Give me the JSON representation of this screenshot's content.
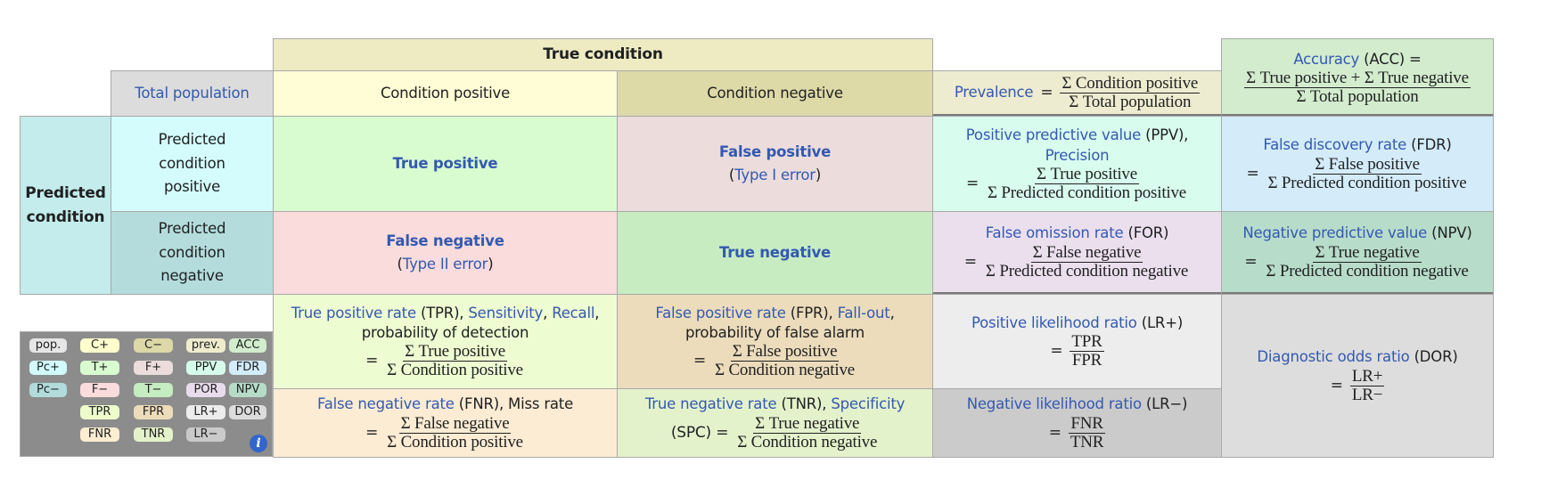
{
  "header": {
    "true_condition": "True condition",
    "total_population": "Total population",
    "condition_positive": "Condition positive",
    "condition_negative": "Condition negative"
  },
  "prevalence": {
    "label": "Prevalence",
    "eq": "=",
    "numerator": "Σ Condition positive",
    "denominator": "Σ Total population"
  },
  "accuracy": {
    "label": "Accuracy",
    "abbr": "(ACC) =",
    "numerator": "Σ True positive + Σ True negative",
    "denominator": "Σ Total population"
  },
  "predicted": {
    "group_label_1": "Predicted",
    "group_label_2": "condition",
    "positive_lines": [
      "Predicted",
      "condition",
      "positive"
    ],
    "negative_lines": [
      "Predicted",
      "condition",
      "negative"
    ]
  },
  "matrix": {
    "tp": "True positive",
    "fp": "False positive",
    "fp_note_open": "(",
    "fp_note": "Type I error",
    "fp_note_close": ")",
    "fn": "False negative",
    "fn_note_open": "(",
    "fn_note": "Type II error",
    "fn_note_close": ")",
    "tn": "True negative"
  },
  "ppv": {
    "label": "Positive predictive value",
    "abbr": "(PPV),",
    "alt": "Precision",
    "eq": "=",
    "numerator": "Σ True positive",
    "denominator": "Σ Predicted condition positive"
  },
  "fdr": {
    "label": "False discovery rate",
    "abbr": "(FDR)",
    "eq": "=",
    "numerator": "Σ False positive",
    "denominator": "Σ Predicted condition positive"
  },
  "for": {
    "label": "False omission rate",
    "abbr": "(FOR)",
    "eq": "=",
    "numerator": "Σ False negative",
    "denominator": "Σ Predicted condition negative"
  },
  "npv": {
    "label": "Negative predictive value",
    "abbr": "(NPV)",
    "eq": "=",
    "numerator": "Σ True negative",
    "denominator": "Σ Predicted condition negative"
  },
  "tpr": {
    "label": "True positive rate",
    "abbr": "(TPR),",
    "alt1": "Sensitivity",
    "sep": ",",
    "alt2": "Recall",
    "tail": ",",
    "line2": "probability of detection",
    "eq": "=",
    "numerator": "Σ True positive",
    "denominator": "Σ Condition positive"
  },
  "fpr": {
    "label": "False positive rate",
    "abbr": "(FPR),",
    "alt1": "Fall-out",
    "tail": ",",
    "line2": "probability of false alarm",
    "eq": "=",
    "numerator": "Σ False positive",
    "denominator": "Σ Condition negative"
  },
  "fnr": {
    "label": "False negative rate",
    "abbr": "(FNR), Miss rate",
    "eq": "=",
    "numerator": "Σ False negative",
    "denominator": "Σ Condition positive"
  },
  "tnr": {
    "label": "True negative rate",
    "abbr": "(TNR),",
    "alt1": "Specificity",
    "prefix": "(SPC) =",
    "numerator": "Σ True negative",
    "denominator": "Σ Condition negative"
  },
  "lr_pos": {
    "label": "Positive likelihood ratio",
    "abbr": "(LR+)",
    "eq": "=",
    "numerator": "TPR",
    "denominator": "FPR"
  },
  "lr_neg": {
    "label": "Negative likelihood ratio",
    "abbr": "(LR−)",
    "eq": "=",
    "numerator": "FNR",
    "denominator": "TNR"
  },
  "dor": {
    "label": "Diagnostic odds ratio",
    "abbr": "(DOR)",
    "eq": "=",
    "numerator": "LR+",
    "denominator": "LR−"
  },
  "mini_diagram": {
    "chips": [
      {
        "text": "pop.",
        "color": "#e6e6e6"
      },
      {
        "text": "C+",
        "color": "#fffecc"
      },
      {
        "text": "C−",
        "color": "#dcd8a8"
      },
      {
        "text": "prev.",
        "color": "#eeeccc"
      },
      {
        "text": "ACC",
        "color": "#d2ecce"
      },
      {
        "text": "Pc+",
        "color": "#d2fcfc"
      },
      {
        "text": "T+",
        "color": "#d8fcd0"
      },
      {
        "text": "F+",
        "color": "#ecdcdc"
      },
      {
        "text": "PPV",
        "color": "#d6fcec"
      },
      {
        "text": "FDR",
        "color": "#d2ecfc"
      },
      {
        "text": "Pc−",
        "color": "#b2dcdc"
      },
      {
        "text": "F−",
        "color": "#fadcdc"
      },
      {
        "text": "T−",
        "color": "#c6ecc2"
      },
      {
        "text": "POR",
        "color": "#e8dcec"
      },
      {
        "text": "NPV",
        "color": "#b6dcc8"
      },
      {
        "text": "TPR",
        "color": "#eefccc"
      },
      {
        "text": "FPR",
        "color": "#ecdcba"
      },
      {
        "text": "LR+",
        "color": "#ececec"
      },
      {
        "text": "DOR",
        "color": "#dcdcdc"
      },
      {
        "text": "FNR",
        "color": "#fcecd0"
      },
      {
        "text": "TNR",
        "color": "#e4f2ca"
      },
      {
        "text": "LR−",
        "color": "#cacaca"
      }
    ],
    "info_icon": "i"
  },
  "colors": {
    "link": "#3359b0",
    "true_condition_bg": "#eeebc3",
    "total_population_bg": "#dcdcdc",
    "condition_positive_bg": "#fffdd5",
    "condition_negative_bg": "#dedaa8",
    "prevalence_bg": "#eeecd0",
    "accuracy_bg": "#d3ecce",
    "predicted_condition_bg": "#c4ecec",
    "pred_pos_bg": "#d4fcfc",
    "pred_neg_bg": "#b4dcdc",
    "tp_bg": "#d8fcd0",
    "fp_bg": "#ecdcdc",
    "fn_bg": "#fadcdc",
    "tn_bg": "#c8ecc2",
    "ppv_bg": "#d8fcee",
    "fdr_bg": "#d4ecfa",
    "for_bg": "#ebdfee",
    "npv_bg": "#b8dcca",
    "tpr_bg": "#eefcd2",
    "fpr_bg": "#ecdcbc",
    "fnr_bg": "#fcecd4",
    "tnr_bg": "#e4f2cc",
    "lr_pos_bg": "#ededed",
    "lr_neg_bg": "#cbcbcb",
    "dor_bg": "#dddddd"
  }
}
